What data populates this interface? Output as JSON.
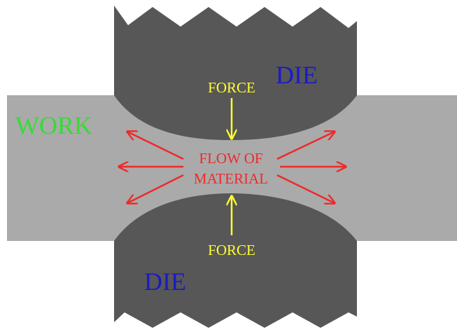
{
  "labels": {
    "work": "WORK",
    "die_top": "DIE",
    "die_bottom": "DIE",
    "force_top": "FORCE",
    "force_bottom": "FORCE",
    "flow_line1": "FLOW OF",
    "flow_line2": "MATERIAL"
  },
  "colors": {
    "background": "#ffffff",
    "die": "#575757",
    "work": "#aaaaaa",
    "work_label": "#33dd33",
    "die_label": "#1a1ac8",
    "force": "#ffff33",
    "flow": "#ee2a2a"
  }
}
